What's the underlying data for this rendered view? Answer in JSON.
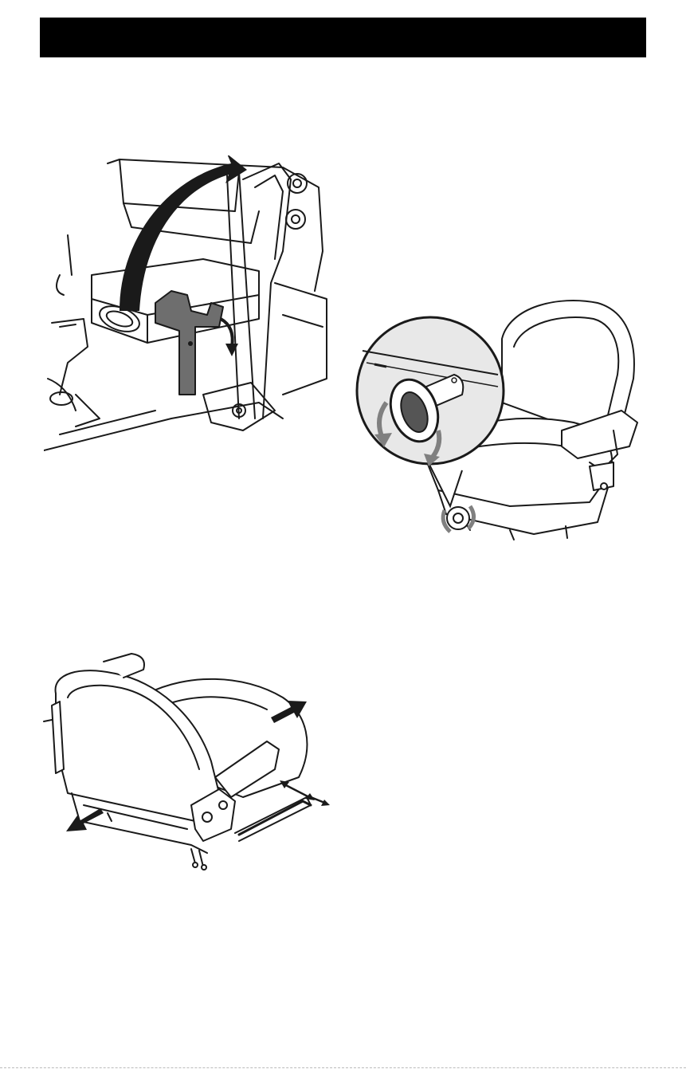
{
  "header": {
    "title": ""
  },
  "figures": [
    {
      "id": "seat-lift-lever",
      "arrow_icon": "curved-arrow-icon"
    },
    {
      "id": "seat-recline-knob",
      "arrow_icon": "rotate-arrow-icon"
    },
    {
      "id": "seat-fore-aft-slide",
      "arrow_icon": "double-arrow-icon"
    }
  ],
  "colors": {
    "header_bg": "#000000",
    "line": "#1a1a1a",
    "lever_fill": "#6e6e6e",
    "arrow_grey": "#808080"
  }
}
